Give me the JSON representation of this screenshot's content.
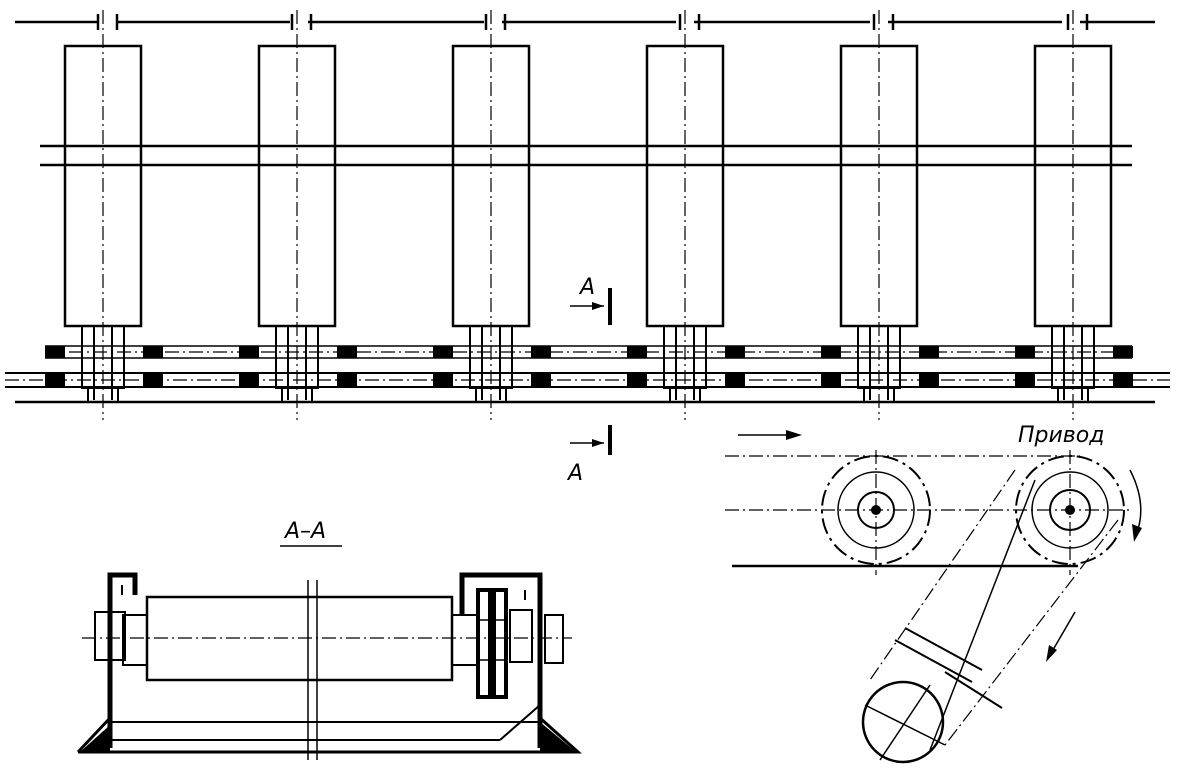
{
  "labels": {
    "section_mark_top": "A",
    "section_mark_bottom": "A",
    "section_title": "A–A",
    "drive": "Привод"
  },
  "roller_count": 6
}
